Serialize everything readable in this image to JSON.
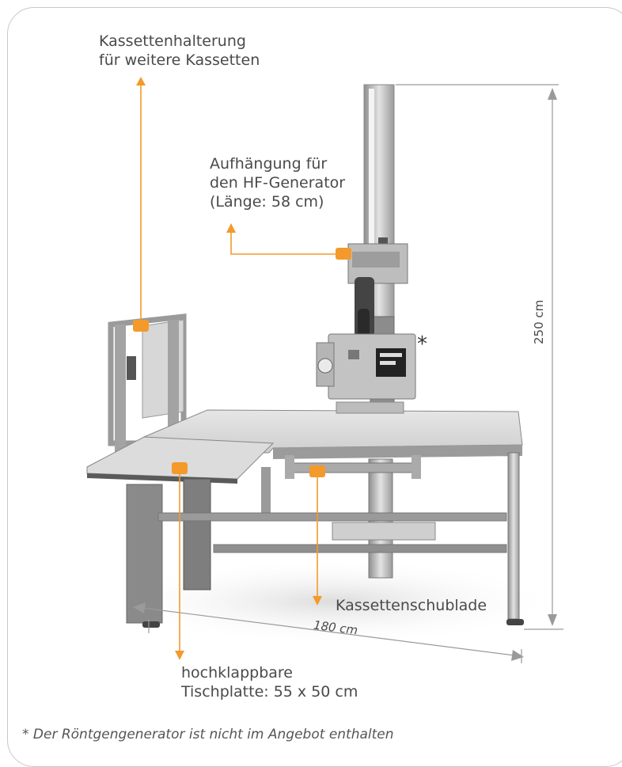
{
  "labels": {
    "cassette_holder": "Kassettenhalterung\nfür weitere Kassetten",
    "generator_mount": "Aufhängung für\nden HF-Generator\n(Länge: 58 cm)",
    "cassette_drawer": "Kassettenschublade",
    "tabletop": "hochklappbare\nTischplatte: 55 x 50 cm",
    "height": "250 cm",
    "width": "180 cm",
    "asterisk": "*"
  },
  "footnote": "* Der Röntgengenerator ist nicht im Angebot enthalten",
  "colors": {
    "accent": "#f39a2b",
    "frame": "#c8c8c8",
    "dimension_line": "#9a9a9a",
    "table_surface": "#d9d9d9",
    "metal": "#a7a7a7"
  }
}
